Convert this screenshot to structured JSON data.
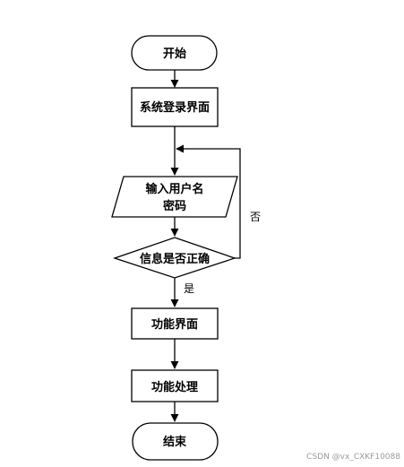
{
  "nodes": {
    "start": "开始",
    "login_ui": "系统登录界面",
    "input_line1": "输入用户名",
    "input_line2": "密码",
    "check": "信息是否正确",
    "function_ui": "功能界面",
    "function_process": "功能处理",
    "end": "结束"
  },
  "edges": {
    "no_label": "否",
    "yes_label": "是"
  },
  "watermark": "CSDN @vx_CXKF10088"
}
